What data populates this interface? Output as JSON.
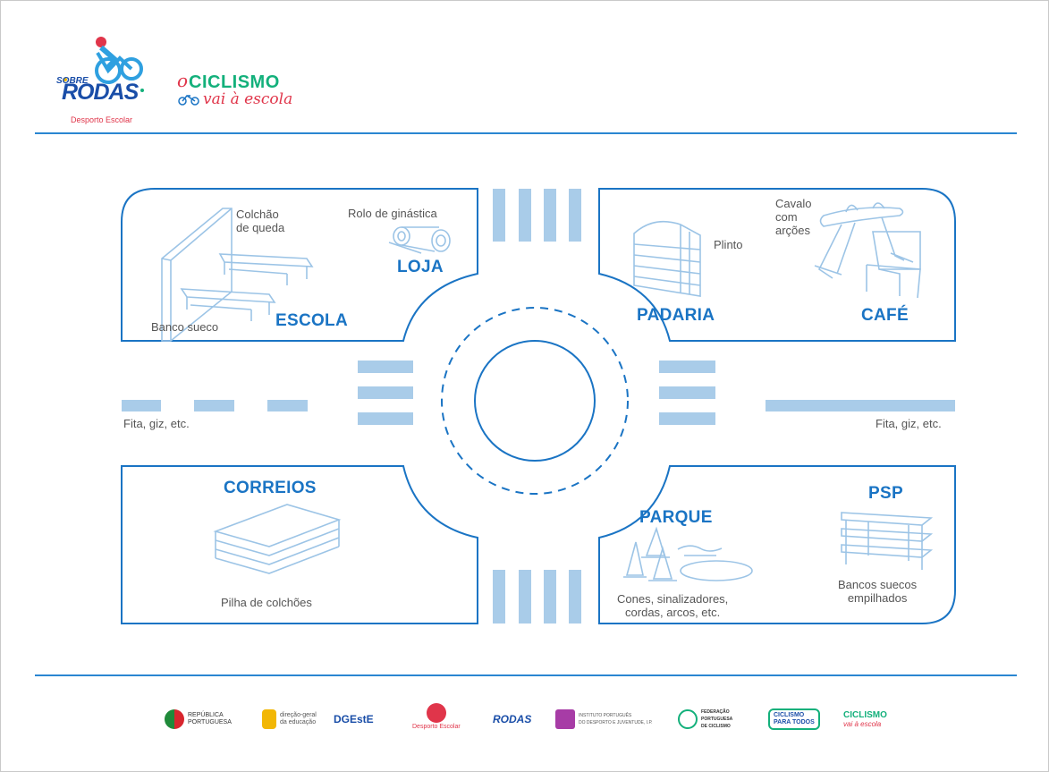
{
  "header": {
    "logo_sobre": "SOBRE",
    "logo_rodas": "RODAS",
    "logo_desporto": "Desporto Escolar",
    "logo_o": "o",
    "logo_ciclismo": "CICLISMO",
    "logo_vai": "vai à escola"
  },
  "places": {
    "escola": "ESCOLA",
    "loja": "LOJA",
    "padaria": "PADARIA",
    "cafe": "CAFÉ",
    "correios": "CORREIOS",
    "parque": "PARQUE",
    "psp": "PSP"
  },
  "labels": {
    "colchao": "Colchão\nde queda",
    "rolo": "Rolo de ginástica",
    "banco_sueco": "Banco sueco",
    "plinto": "Plinto",
    "cavalo": "Cavalo\ncom\narções",
    "fita_left": "Fita, giz, etc.",
    "fita_right": "Fita, giz, etc.",
    "pilha": "Pilha de colchões",
    "cones": "Cones, sinalizadores,\ncordas, arcos, etc.",
    "bancos_empilhados": "Bancos suecos\nempilhados"
  },
  "footer": {
    "s1": "REPÚBLICA\nPORTUGUESA",
    "s2": "direção-geral\nda educação",
    "s3": "DGEstE",
    "s4": "Desporto Escolar",
    "s5": "RODAS",
    "s6": "INSTITUTO PORTUGUÊS\nDO DESPORTO E JUVENTUDE, I.P.",
    "s7": "FEDERAÇÃO\nPORTUGUESA\nDE CICLISMO",
    "s8": "CICLISMO\nPARA TODOS",
    "s9": "CICLISMO",
    "s9b": "vai à escola"
  },
  "colors": {
    "outline": "#1a74c4",
    "light_blue": "#a9cce9",
    "equip": "#9cc4e6"
  }
}
